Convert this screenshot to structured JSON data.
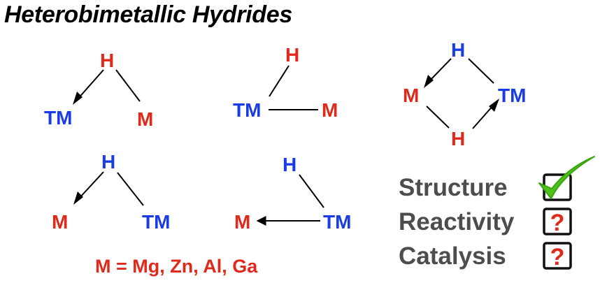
{
  "title": "Heterobimetallic Hydrides",
  "atoms": {
    "H": "H",
    "TM": "TM",
    "M": "M"
  },
  "checklist": [
    {
      "label": "Structure",
      "status": "check"
    },
    {
      "label": "Reactivity",
      "status": "question"
    },
    {
      "label": "Catalysis",
      "status": "question"
    }
  ],
  "legend": "M = Mg, Zn, Al, Ga",
  "colors": {
    "tm": "#1a3be8",
    "m": "#e0281b",
    "h": "#e0281b",
    "h_alt": "#1a3be8",
    "check": "#4cc21a",
    "question": "#e0281b",
    "text_gray": "#4d4d4d"
  }
}
